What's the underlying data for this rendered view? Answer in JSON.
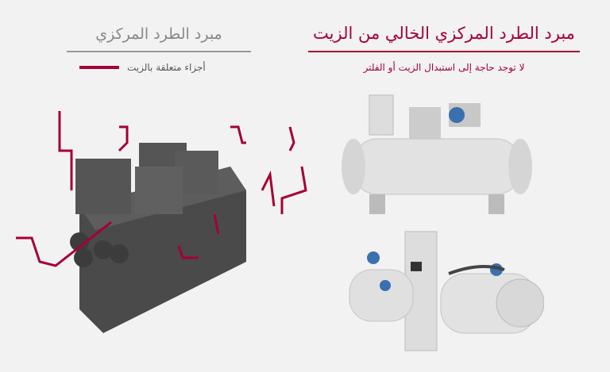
{
  "oil_free": {
    "title": "مبرد الطرد المركزي الخالي من الزيت",
    "subtitle": "لا توجد حاجة إلى استبدال الزيت أو الفلتر"
  },
  "conventional": {
    "title": "مبرد الطرد المركزي",
    "legend": "أجزاء متعلقة بالزيت"
  },
  "colors": {
    "accent": "#a50034",
    "gray": "#888888"
  }
}
